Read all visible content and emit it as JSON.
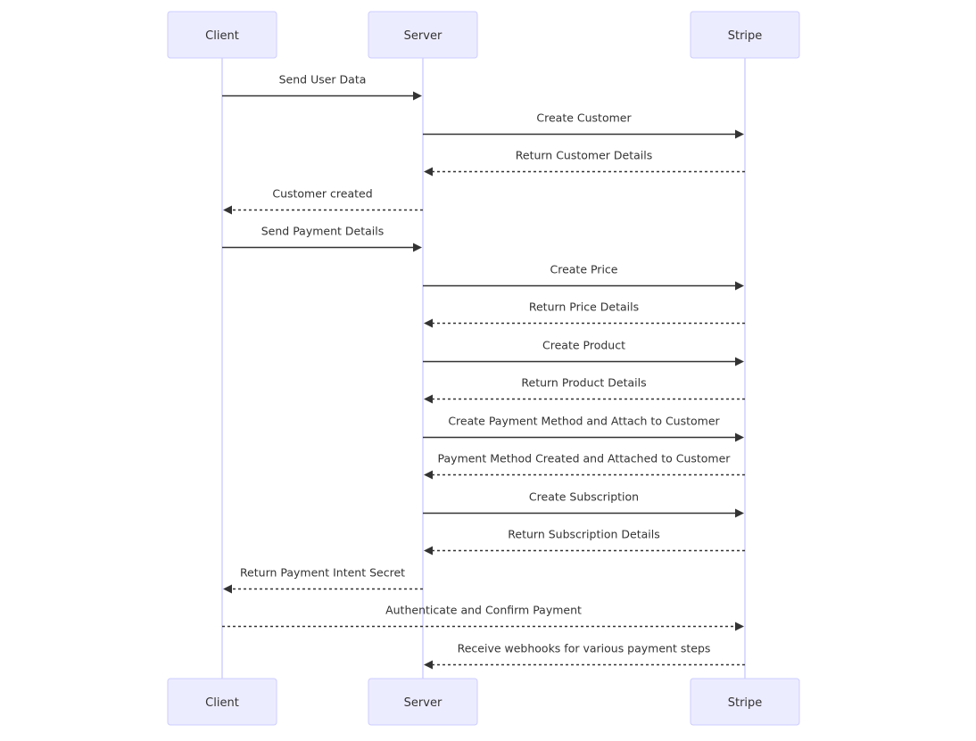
{
  "participants": [
    {
      "id": "client",
      "label": "Client"
    },
    {
      "id": "server",
      "label": "Server"
    },
    {
      "id": "stripe",
      "label": "Stripe"
    }
  ],
  "messages": [
    {
      "from": "client",
      "to": "server",
      "text": "Send User Data",
      "style": "solid"
    },
    {
      "from": "server",
      "to": "stripe",
      "text": "Create Customer",
      "style": "solid"
    },
    {
      "from": "stripe",
      "to": "server",
      "text": "Return Customer Details",
      "style": "dashed"
    },
    {
      "from": "server",
      "to": "client",
      "text": "Customer created",
      "style": "dashed"
    },
    {
      "from": "client",
      "to": "server",
      "text": "Send Payment Details",
      "style": "solid"
    },
    {
      "from": "server",
      "to": "stripe",
      "text": "Create Price",
      "style": "solid"
    },
    {
      "from": "stripe",
      "to": "server",
      "text": "Return Price Details",
      "style": "dashed"
    },
    {
      "from": "server",
      "to": "stripe",
      "text": "Create Product",
      "style": "solid"
    },
    {
      "from": "stripe",
      "to": "server",
      "text": "Return Product Details",
      "style": "dashed"
    },
    {
      "from": "server",
      "to": "stripe",
      "text": "Create Payment Method and Attach to Customer",
      "style": "solid"
    },
    {
      "from": "stripe",
      "to": "server",
      "text": "Payment Method Created and Attached to Customer",
      "style": "dashed"
    },
    {
      "from": "server",
      "to": "stripe",
      "text": "Create Subscription",
      "style": "solid"
    },
    {
      "from": "stripe",
      "to": "server",
      "text": "Return Subscription Details",
      "style": "dashed"
    },
    {
      "from": "server",
      "to": "client",
      "text": "Return Payment Intent Secret",
      "style": "dashed"
    },
    {
      "from": "client",
      "to": "stripe",
      "text": "Authenticate and Confirm Payment",
      "style": "dashed"
    },
    {
      "from": "stripe",
      "to": "server",
      "text": "Receive webhooks for various payment steps",
      "style": "dashed"
    }
  ],
  "colors": {
    "actor_fill": "#ECECFF",
    "actor_stroke": "#CCCCFF",
    "lifeline": "#CCCCFF",
    "line": "#333333",
    "text": "#333333"
  }
}
